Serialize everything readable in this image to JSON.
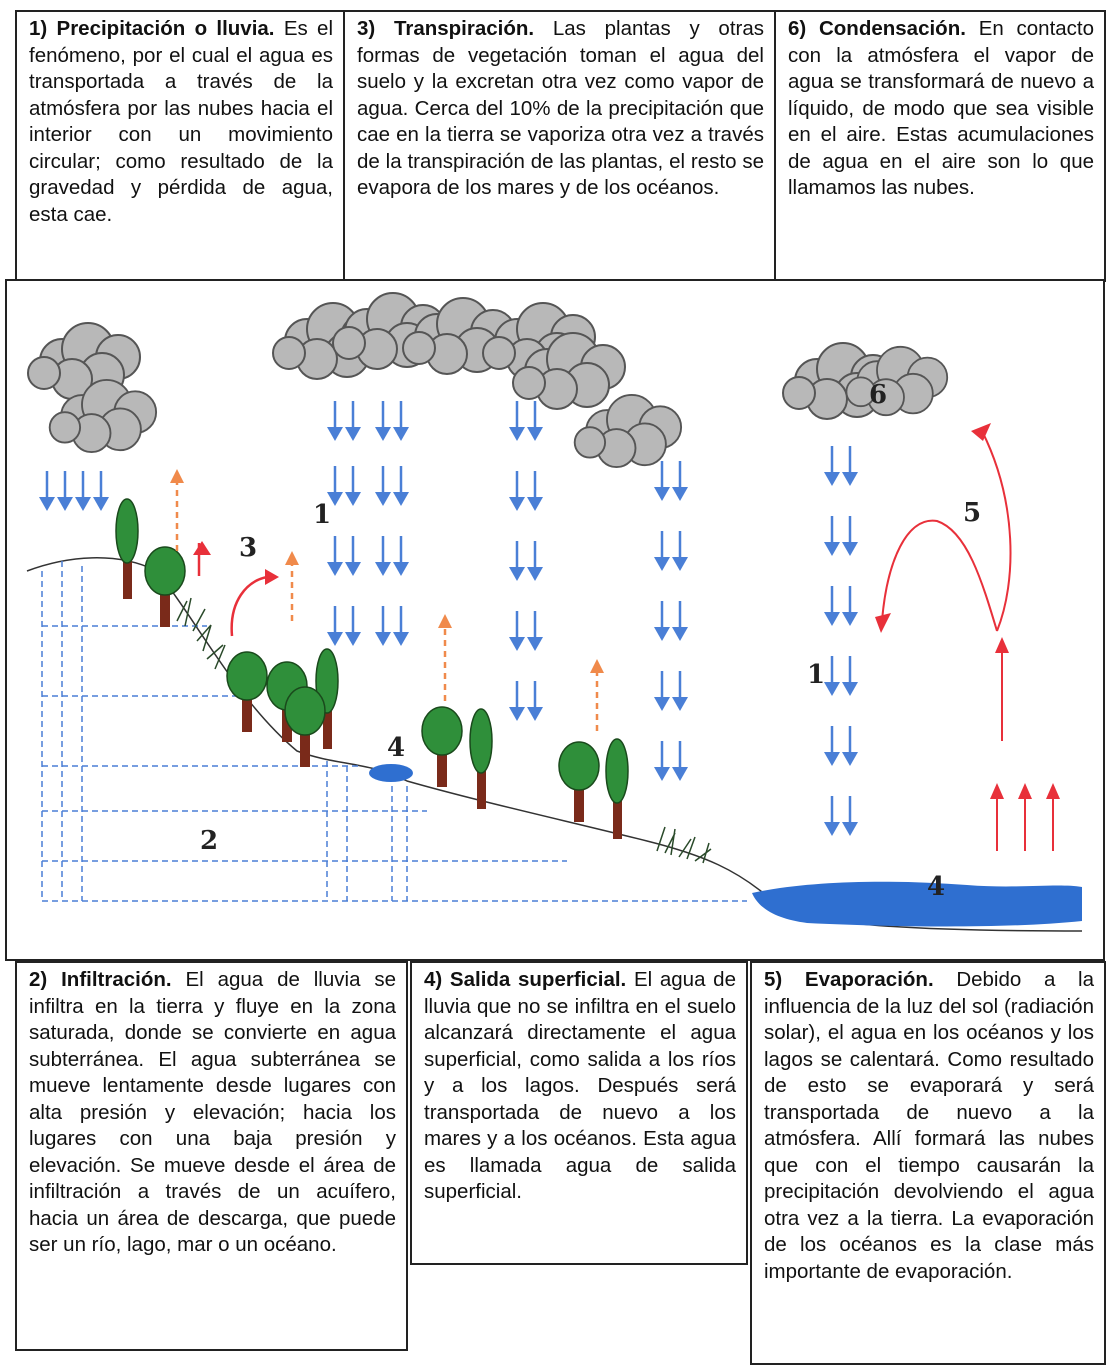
{
  "top_boxes": [
    {
      "heading": "1) Precipitación o lluvia.",
      "body": "Es el fenómeno, por el cual el agua es transportada a través de la atmósfera por las nubes hacia el interior con un movimiento circular; como resultado de la gravedad y pérdida de agua, esta cae."
    },
    {
      "heading": "3) Transpiración.",
      "body": "Las plantas y otras formas de vegetación toman el agua del suelo y la excretan otra vez como vapor de agua. Cerca del 10% de la precipitación que cae en la tierra se vaporiza otra vez a través de la transpiración de las plantas, el resto se evapora de los mares y de los océanos."
    },
    {
      "heading": "6) Condensación.",
      "body": "En contacto con la atmósfera el vapor de agua se transformará de nuevo a líquido, de modo que sea visible en el aire. Estas acumulaciones de agua en el aire son lo que llamamos las nubes."
    }
  ],
  "bottom_boxes": [
    {
      "heading": "2) Infiltración.",
      "body": "El agua de lluvia se infiltra en la tierra y fluye en la zona saturada, donde se convierte en agua subterránea. El agua subterránea se mueve lentamente desde lugares con alta presión y elevación; hacia los lugares con una baja presión y elevación. Se mueve desde el área de infiltración a través de un acuífero, hacia un área de descarga, que puede ser un río, lago, mar o un océano."
    },
    {
      "heading": "4) Salida superficial.",
      "body": "El agua de lluvia que no se infiltra en el suelo alcanzará directamente el agua superficial, como salida a los ríos y a los lagos. Después será transportada de nuevo a los mares y a los océanos. Esta agua es llamada agua de salida superficial."
    },
    {
      "heading": "5) Evaporación.",
      "body": "Debido a la influencia de la luz del sol (radiación solar), el agua en los océanos y los lagos se calentará. Como resultado de esto se evaporará y será transportada de nuevo a la atmósfera. Allí formará las nubes que con el tiempo causarán la precipitación devolviendo el agua otra vez a la tierra. La evaporación de los océanos es la clase más importante de evaporación."
    }
  ],
  "diagram_labels": {
    "rain": "1",
    "rain_right": "1",
    "groundwater": "2",
    "transpiration": "3",
    "lake": "4",
    "ocean": "4",
    "evaporation": "5",
    "condensation": "6"
  },
  "colors": {
    "rain_arrow": "#4a7fd6",
    "transpiration_arrow": "#f08a4b",
    "evaporation_arrow": "#e8303a",
    "cloud": "#b8b8b8",
    "water": "#2f6fd0",
    "tree": "#2f8f3a",
    "trunk": "#7a2a1a",
    "groundwater_line": "#4a7fd6"
  }
}
